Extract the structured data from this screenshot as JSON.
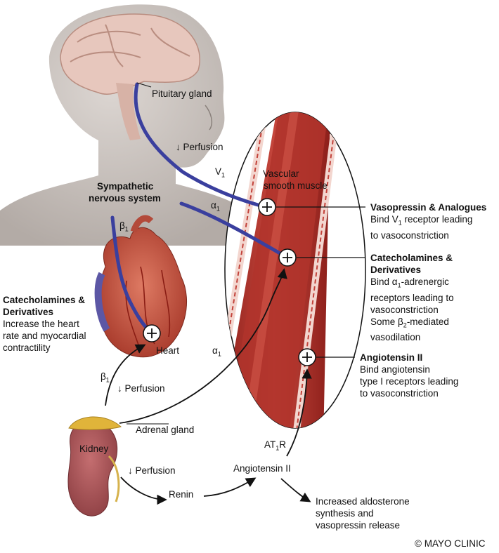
{
  "labels": {
    "pituitary": "Pituitary gland",
    "perfusion_brain": "↓ Perfusion",
    "v1": "V",
    "v1_sub": "1",
    "vascular_1": "Vascular",
    "vascular_2": "smooth muscle",
    "sns_1": "Sympathetic",
    "sns_2": "nervous system",
    "alpha1_top": "α",
    "alpha1_top_sub": "1",
    "beta1_top": "β",
    "beta1_top_sub": "1",
    "heart": "Heart",
    "alpha1_mid": "α",
    "alpha1_mid_sub": "1",
    "beta1_low": "β",
    "beta1_low_sub": "1",
    "perfusion_heart": "↓ Perfusion",
    "adrenal": "Adrenal gland",
    "kidney": "Kidney",
    "perfusion_kidney": "↓ Perfusion",
    "at1r": "AT",
    "at1r_sub": "1",
    "at1r_end": "R",
    "angiotensin": "Angiotensin II",
    "renin": "Renin",
    "copyright": "© MAYO CLINIC"
  },
  "blocks": {
    "vasopressin": {
      "title": "Vasopressin & Analogues",
      "l1a": "Bind V",
      "l1s": "1",
      "l1b": " receptor leading",
      "l2": "to vasoconstriction"
    },
    "catechol_vessel": {
      "title1": "Catecholamines &",
      "title2": "Derivatives",
      "l1a": "Bind α",
      "l1s": "1",
      "l1b": "-adrenergic",
      "l2": "receptors leading to",
      "l3": "vasoconstriction",
      "l4a": "Some β",
      "l4s": "2",
      "l4b": "-mediated",
      "l5": "vasodilation"
    },
    "angiotensin": {
      "title": "Angiotensin II",
      "l1": "Bind angiotensin",
      "l2": "type I receptors leading",
      "l3": "to vasoconstriction"
    },
    "catechol_heart": {
      "title1": "Catecholamines &",
      "title2": "Derivatives",
      "l1": "Increase the heart",
      "l2": "rate and myocardial",
      "l3": "contractility"
    },
    "aldosterone": {
      "l1": "Increased aldosterone",
      "l2": "synthesis and",
      "l3": "vasopressin release"
    }
  },
  "colors": {
    "nerve": "#3a3f9e",
    "vessel": "#b8332c",
    "vessel_dark": "#8c1f1a",
    "skin": "#c9c2bd",
    "brain": "#e7c7bd",
    "heart": "#c8503e",
    "kidney": "#a24f52",
    "adrenal": "#e0b43a"
  }
}
